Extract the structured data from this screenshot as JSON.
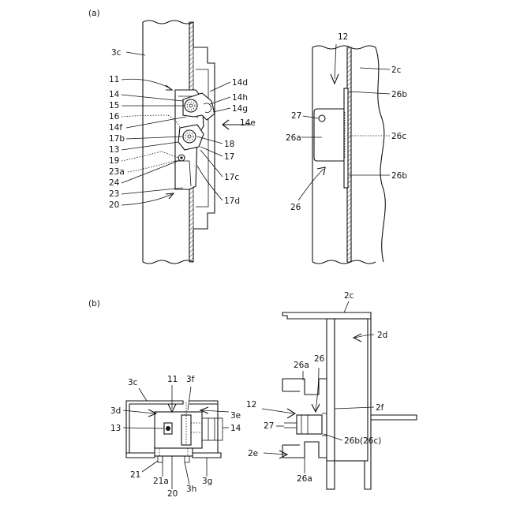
{
  "panels": {
    "a": "(a)",
    "b": "(b)"
  },
  "labels_a_left": {
    "l3c": "3c",
    "l11": "11",
    "l14": "14",
    "l15": "15",
    "l16": "16",
    "l14f": "14f",
    "l17b": "17b",
    "l13": "13",
    "l19": "19",
    "l23a": "23a",
    "l24": "24",
    "l23": "23",
    "l20": "20",
    "l14d": "14d",
    "l14h": "14h",
    "l14g": "14g",
    "l14e": "14e",
    "l18": "18",
    "l17": "17",
    "l17c": "17c",
    "l17d": "17d"
  },
  "labels_a_right": {
    "l12": "12",
    "l2c": "2c",
    "l26b1": "26b",
    "l27": "27",
    "l26c": "26c",
    "l26a": "26a",
    "l26b2": "26b",
    "l26": "26"
  },
  "labels_b_left": {
    "l3c": "3c",
    "l11": "11",
    "l3f": "3f",
    "l3d": "3d",
    "l3e": "3e",
    "l13": "13",
    "l14": "14",
    "l21": "21",
    "l21a": "21a",
    "l20": "20",
    "l3h": "3h",
    "l3g": "3g"
  },
  "labels_b_right": {
    "l2c": "2c",
    "l2d": "2d",
    "l26a_top": "26a",
    "l26": "26",
    "l12": "12",
    "l2f": "2f",
    "l27": "27",
    "l26b26c": "26b(26c)",
    "l2e": "2e",
    "l26a_bot": "26a"
  }
}
